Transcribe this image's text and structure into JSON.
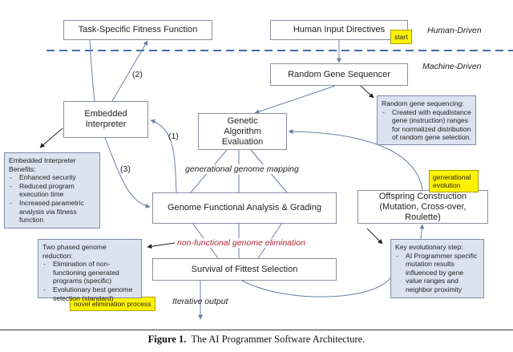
{
  "zones": {
    "human": "Human-Driven",
    "machine": "Machine-Driven"
  },
  "boxes": {
    "fitness": "Task-Specific Fitness Function",
    "human_input": "Human Input Directives",
    "gene_sequencer": "Random Gene Sequencer",
    "interpreter": "Embedded Interpreter",
    "ga_eval": "Genetic Algorithm Evaluation",
    "gfa": "Genome Functional Analysis & Grading",
    "offspring": "Offspring Construction (Mutation, Cross-over, Roulette)",
    "survival": "Survival of Fittest Selection"
  },
  "tags": {
    "start": "start",
    "gen_evolution": "generational evolution",
    "novel": "novel elimination process"
  },
  "labels": {
    "step1": "(1)",
    "step2": "(2)",
    "step3": "(3)",
    "gen_mapping": "generational genome mapping",
    "nonfunc": "non-functional genome elimination",
    "iterative": "Iterative output"
  },
  "notes": {
    "random_gene": {
      "title": "Random gene sequencing:",
      "items": [
        "Created with equidistance gene (instruction) ranges for normalized distribution of random gene selection."
      ]
    },
    "interpreter_benefits": {
      "title": "Embedded Interpreter Benefits:",
      "items": [
        "Enhanced security",
        "Reduced program execution time",
        "Increased parametric analysis via fitness function"
      ]
    },
    "two_phased": {
      "title": "Two phased genome reduction:",
      "items": [
        "Elimination of non-functioning generated programs (specific)",
        "Evolutionary best genome selection (standard)"
      ]
    },
    "key_step": {
      "title": "Key evolutionary step:",
      "items": [
        "AI Programmer specific mutation results influenced by gene value ranges and neighbor proximity"
      ]
    }
  },
  "caption": {
    "prefix": "Figure 1.",
    "text": "The AI Programmer Software Architecture."
  },
  "colors": {
    "divider": "#4a6aa0",
    "note_fill": "#dbe3ef",
    "tag_fill": "#fff200",
    "red_text": "#b0243a"
  }
}
